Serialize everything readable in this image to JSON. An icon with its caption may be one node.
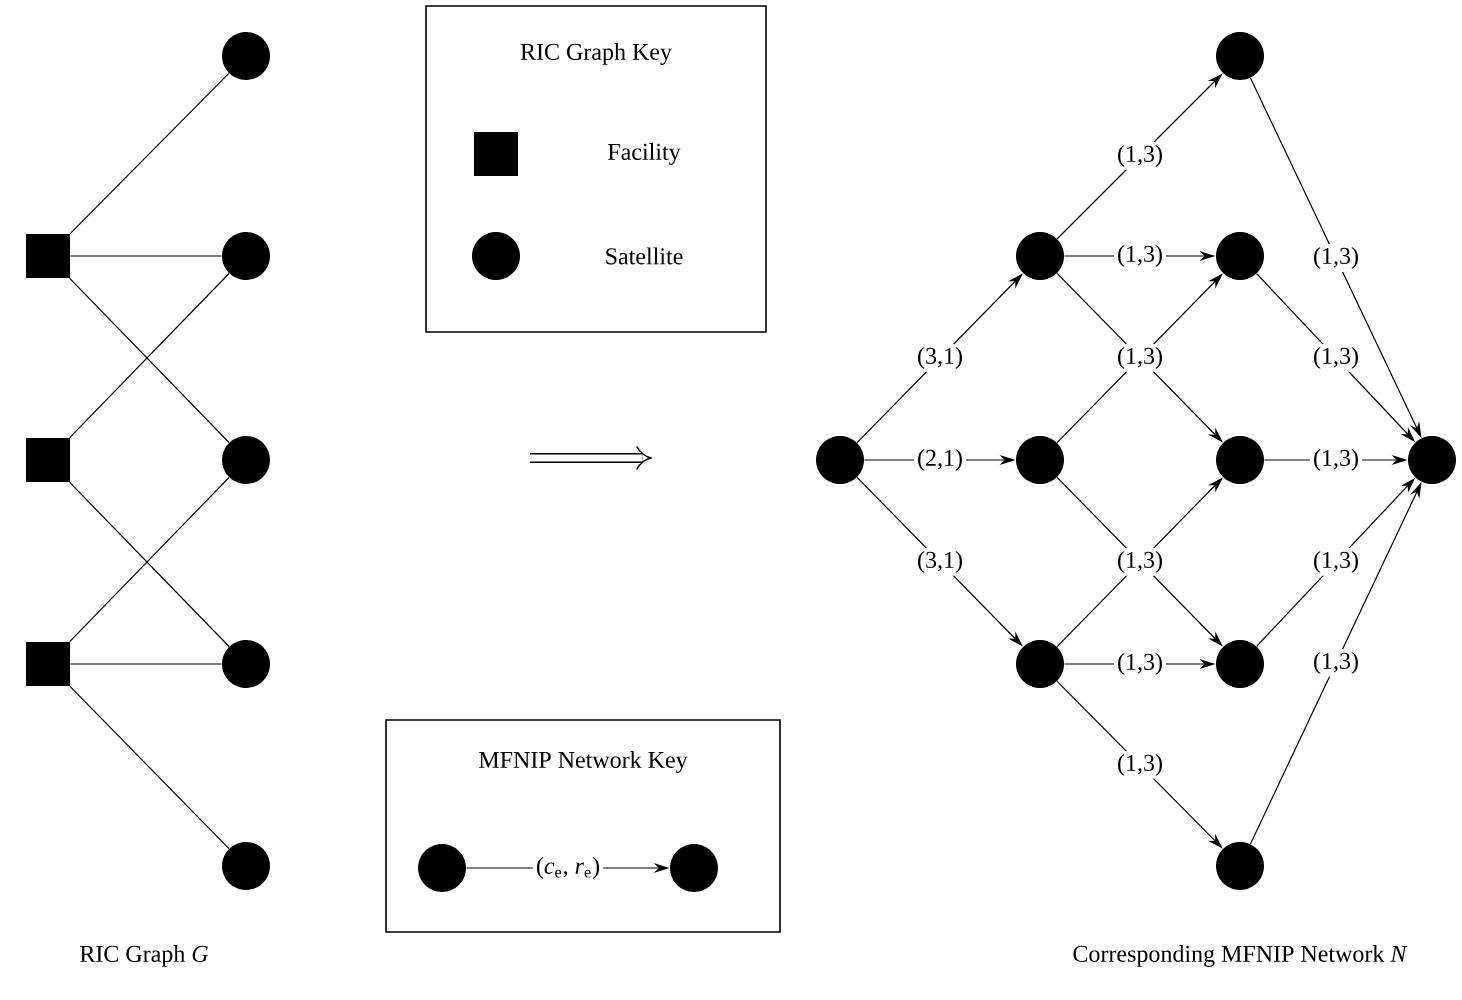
{
  "diagram": {
    "nodes": [
      {
        "text": [
          "RIC Graph Key"
        ]
      },
      {
        "text": [
          "MFNIP Network Key"
        ]
      },
      {
        "text": [],
        "shape": "circle",
        "in": 1
      },
      {
        "text": [],
        "shape": "circle",
        "in": 1
      },
      {
        "text": [],
        "shape": "box"
      },
      {
        "text": [],
        "shape": "box"
      },
      {
        "text": [],
        "shape": "box"
      },
      {
        "text": [],
        "shape": "circle"
      },
      {
        "text": [],
        "shape": "circle"
      },
      {
        "text": [],
        "shape": "circle"
      },
      {
        "text": [],
        "shape": "circle"
      },
      {
        "text": [],
        "shape": "circle"
      },
      {
        "text": [],
        "shape": "circle"
      },
      {
        "text": [],
        "shape": "circle"
      },
      {
        "text": [],
        "shape": "circle"
      },
      {
        "text": [],
        "shape": "circle"
      },
      {
        "text": [],
        "shape": "circle"
      },
      {
        "text": [],
        "shape": "circle"
      },
      {
        "text": [],
        "shape": "circle"
      },
      {
        "text": [],
        "shape": "circle"
      },
      {
        "text": [],
        "shape": "circle"
      },
      {
        "text": [],
        "shape": "circle"
      }
    ],
    "edges": [
      {
        "from": 2,
        "to": 3,
        "arrow": "to",
        "label": "(*c*$_{e}$, *r*$_{e}$)"
      },
      {
        "from": 4,
        "to": 7,
        "arrow": "none"
      },
      {
        "from": 4,
        "to": 8,
        "arrow": "none"
      },
      {
        "from": 4,
        "to": 9,
        "arrow": "none"
      },
      {
        "from": 5,
        "to": 8,
        "arrow": "none"
      },
      {
        "from": 5,
        "to": 10,
        "arrow": "none"
      },
      {
        "from": 6,
        "to": 9,
        "arrow": "none"
      },
      {
        "from": 6,
        "to": 10,
        "arrow": "none"
      },
      {
        "from": 6,
        "to": 11,
        "arrow": "none"
      },
      {
        "from": 12,
        "to": 13,
        "arrow": "to",
        "label": "(3,1)"
      },
      {
        "from": 12,
        "to": 14,
        "arrow": "to",
        "label": "(2,1)"
      },
      {
        "from": 12,
        "to": 15,
        "arrow": "to",
        "label": "(3,1)"
      },
      {
        "from": 13,
        "to": 16,
        "arrow": "to",
        "label": "(1,3)"
      },
      {
        "from": 13,
        "to": 17,
        "arrow": "to",
        "label": "(1,3)"
      },
      {
        "from": 13,
        "to": 18,
        "arrow": "to",
        "label": "(1,3)"
      },
      {
        "from": 14,
        "to": 17,
        "arrow": "to"
      },
      {
        "from": 14,
        "to": 19,
        "arrow": "to",
        "label": "(1,3)"
      },
      {
        "from": 15,
        "to": 18,
        "arrow": "to"
      },
      {
        "from": 15,
        "to": 19,
        "arrow": "to",
        "label": "(1,3)"
      },
      {
        "from": 15,
        "to": 20,
        "arrow": "to",
        "label": "(1,3)"
      },
      {
        "from": 16,
        "to": 21,
        "arrow": "to",
        "label": "(1,3)"
      },
      {
        "from": 17,
        "to": 21,
        "arrow": "to",
        "label": "(1,3)"
      },
      {
        "from": 18,
        "to": 21,
        "arrow": "to",
        "label": "(1,3)"
      },
      {
        "from": 19,
        "to": 21,
        "arrow": "to",
        "label": "(1,3)"
      },
      {
        "from": 20,
        "to": 21,
        "arrow": "to",
        "label": "(1,3)"
      }
    ],
    "labels": [
      "RIC Graph *G*",
      "Corresponding MFNIP Network *N*"
    ],
    "legend": [
      {
        "text": "Facility"
      },
      {
        "text": "Satellite"
      }
    ]
  }
}
